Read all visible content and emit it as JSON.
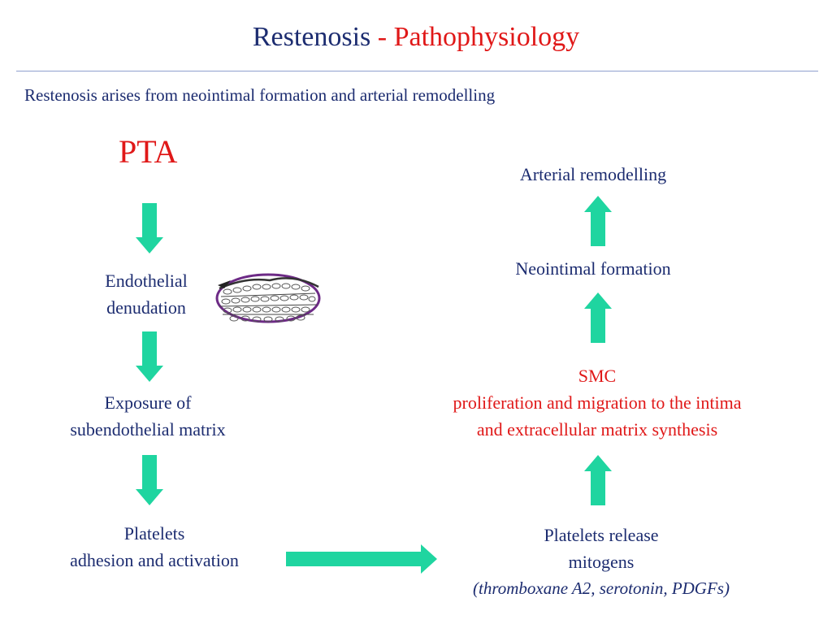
{
  "title": {
    "part1": "Restenosis",
    "separator": " - ",
    "part2": "Pathophysiology"
  },
  "subtitle": "Restenosis arises from neointimal formation and arterial remodelling",
  "left_column": {
    "pta": "PTA",
    "endothelial": [
      "Endothelial",
      "denudation"
    ],
    "exposure": [
      "Exposure of",
      "subendothelial matrix"
    ],
    "platelets": [
      "Platelets",
      "adhesion and activation"
    ]
  },
  "right_column": {
    "arterial": "Arterial remodelling",
    "neointimal": "Neointimal formation",
    "smc": [
      "SMC",
      "proliferation and migration to the intima",
      "and extracellular matrix synthesis"
    ],
    "release": [
      "Platelets release",
      "mitogens"
    ],
    "release_note": "(thromboxane A2, serotonin, PDGFs)"
  },
  "colors": {
    "navy": "#1c2c70",
    "red": "#e01818",
    "arrow": "#1fd5a0",
    "rule": "#8fa0cf"
  },
  "icons": {
    "arrow": "block-arrow",
    "illustration": "endothelium-sketch"
  }
}
